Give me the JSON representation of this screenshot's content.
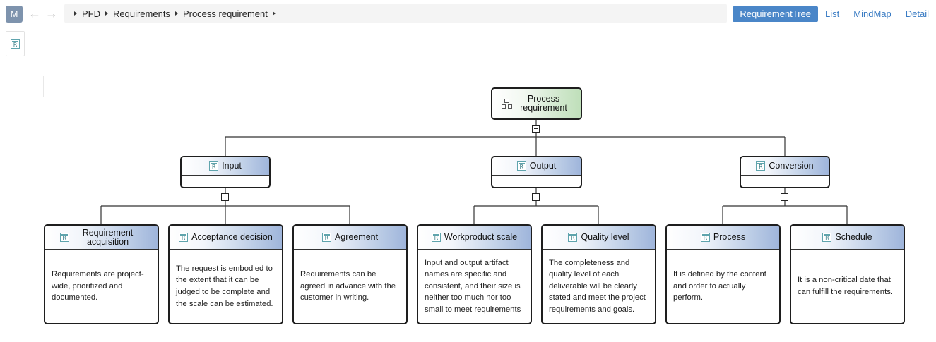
{
  "header": {
    "avatar_letter": "M",
    "back_icon": "arrow-left-icon",
    "forward_icon": "arrow-right-icon",
    "breadcrumb": [
      "PFD",
      "Requirements",
      "Process requirement"
    ],
    "views": [
      "RequirementTree",
      "List",
      "MindMap",
      "Detail"
    ],
    "active_view": "RequirementTree"
  },
  "diagram": {
    "root": {
      "title": "Process requirement",
      "icon": "structure-icon"
    },
    "groups": [
      {
        "title": "Input",
        "icon": "requirement-icon",
        "children": [
          {
            "title": "Requirement acquisition",
            "body": "Requirements are project-wide, prioritized and documented."
          },
          {
            "title": "Acceptance decision",
            "body": "The request is embodied to the extent that it can be judged to be complete and the scale can be estimated."
          },
          {
            "title": "Agreement",
            "body": "Requirements can be agreed in advance with the customer in writing."
          }
        ]
      },
      {
        "title": "Output",
        "icon": "requirement-icon",
        "children": [
          {
            "title": "Workproduct scale",
            "body": "Input and output artifact names are specific and consistent, and their size is neither too much nor too small to meet requirements"
          },
          {
            "title": "Quality level",
            "body": "The completeness and quality level of each deliverable will be clearly stated and meet the project requirements and goals."
          }
        ]
      },
      {
        "title": "Conversion",
        "icon": "requirement-icon",
        "children": [
          {
            "title": "Process",
            "body": "It is defined by the content and order to actually perform."
          },
          {
            "title": "Schedule",
            "body": "It is a non-critical date that can fulfill the requirements."
          }
        ]
      }
    ]
  }
}
